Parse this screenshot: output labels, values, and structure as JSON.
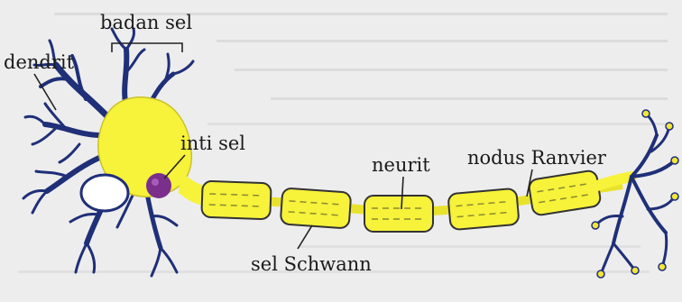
{
  "labels": {
    "dendrit": "dendrit",
    "badan_sel": "badan sel",
    "inti_sel": "inti sel",
    "neurit": "neurit",
    "nodus_ranvier": "nodus Ranvier",
    "sel_schwann": "sel Schwann"
  },
  "colors": {
    "background": "#ededed",
    "cell_fill": "#f7f23a",
    "dendrite": "#1f2f78",
    "nucleus": "#7a2f8c",
    "outline": "#222222",
    "bleed_text": "#d4d4d4"
  }
}
